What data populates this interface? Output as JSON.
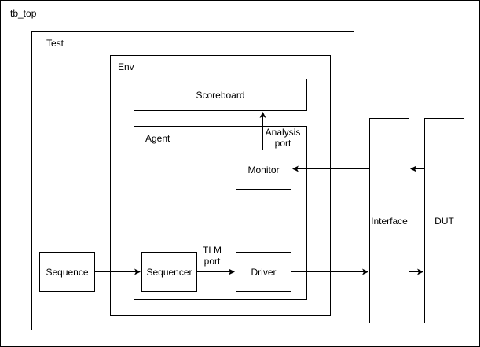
{
  "blocks": {
    "tb_top": "tb_top",
    "test": "Test",
    "env": "Env",
    "scoreboard": "Scoreboard",
    "agent": "Agent",
    "monitor": "Monitor",
    "sequencer": "Sequencer",
    "driver": "Driver",
    "sequence": "Sequence",
    "interface": "Interface",
    "dut": "DUT"
  },
  "ports": {
    "analysis_line1": "Analysis",
    "analysis_line2": "port",
    "tlm_line1": "TLM",
    "tlm_line2": "port"
  }
}
